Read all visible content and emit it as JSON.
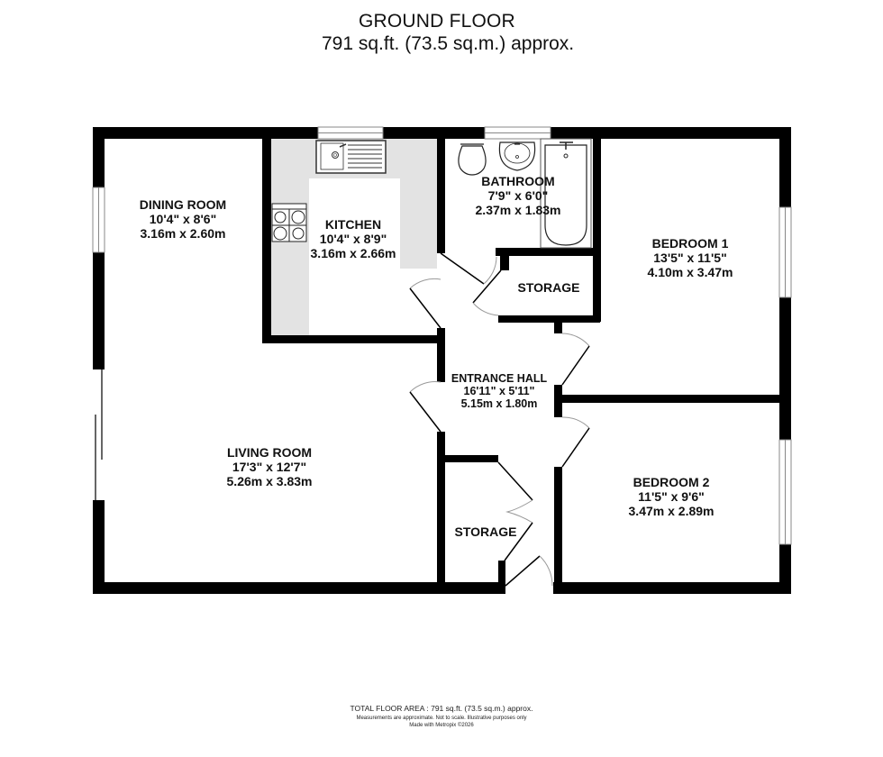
{
  "header": {
    "title": "GROUND FLOOR",
    "area": "791 sq.ft. (73.5 sq.m.) approx."
  },
  "rooms": [
    {
      "id": "dining-room",
      "name": "DINING ROOM",
      "imperial": "10'4\"  x 8'6\"",
      "metric": "3.16m  x 2.60m"
    },
    {
      "id": "kitchen",
      "name": "KITCHEN",
      "imperial": "10'4\"  x 8'9\"",
      "metric": "3.16m  x 2.66m"
    },
    {
      "id": "bathroom",
      "name": "BATHROOM",
      "imperial": "7'9\"  x 6'0\"",
      "metric": "2.37m  x 1.83m"
    },
    {
      "id": "bedroom-1",
      "name": "BEDROOM 1",
      "imperial": "13'5\"  x 11'5\"",
      "metric": "4.10m  x 3.47m"
    },
    {
      "id": "storage-upper",
      "name": "STORAGE"
    },
    {
      "id": "entrance-hall",
      "name": "ENTRANCE HALL",
      "imperial": "16'11\"  x 5'11\"",
      "metric": "5.15m  x 1.80m"
    },
    {
      "id": "living-room",
      "name": "LIVING ROOM",
      "imperial": "17'3\"  x 12'7\"",
      "metric": "5.26m  x 3.83m"
    },
    {
      "id": "bedroom-2",
      "name": "BEDROOM 2",
      "imperial": "11'5\"  x 9'6\"",
      "metric": "3.47m  x 2.89m"
    },
    {
      "id": "storage-lower",
      "name": "STORAGE"
    }
  ],
  "fixtures": [
    "sink-icon",
    "hob-icon",
    "toilet-icon",
    "basin-icon",
    "bath-icon"
  ],
  "colors": {
    "wall": "#000000",
    "worktop": "#e3e3e3",
    "door_swing": "#999999",
    "background": "#ffffff"
  },
  "footer": {
    "total": "TOTAL FLOOR AREA : 791 sq.ft. (73.5 sq.m.) approx.",
    "note": "Measurements are approximate.  Not to scale.  Illustrative purposes only",
    "made": "Made with Metropix ©2026"
  }
}
